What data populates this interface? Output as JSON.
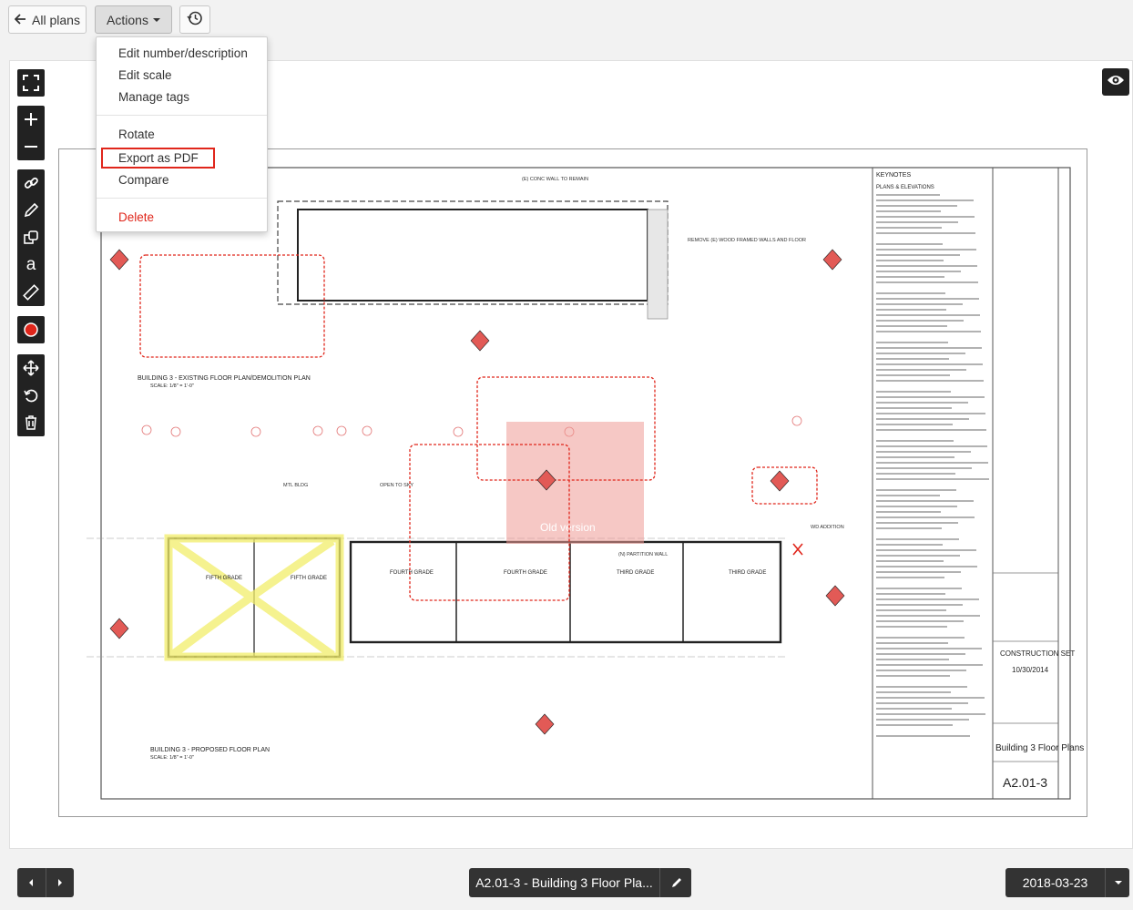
{
  "toolbar": {
    "back_label": "All plans",
    "actions_label": "Actions",
    "back_icon": "arrow-left-icon",
    "history_icon": "history-clock-icon"
  },
  "actions_menu": {
    "items": [
      {
        "label": "Edit number/description"
      },
      {
        "label": "Edit scale"
      },
      {
        "label": "Manage tags"
      },
      {
        "label": "Rotate"
      },
      {
        "label": "Export as PDF"
      },
      {
        "label": "Compare"
      },
      {
        "label": "Delete"
      }
    ],
    "highlighted": "Export as PDF",
    "delete_color": "#e0261b"
  },
  "drawing": {
    "keynotes_title": "KEYNOTES",
    "keynotes_sub": "PLANS & ELEVATIONS",
    "plan_title_existing": "BUILDING 3 - EXISTING FLOOR PLAN/DEMOLITION PLAN",
    "plan_title_proposed": "BUILDING 3 - PROPOSED FLOOR PLAN",
    "scale_text": "SCALE: 1/8\" = 1'-0\"",
    "issue_label": "CONSTRUCTION SET",
    "issue_date": "10/30/2014",
    "sheet_title": "Building 3 Floor Plans",
    "sheet_number": "A2.01-3",
    "watermark": "Old version",
    "room_labels": [
      "FIFTH GRADE",
      "FIFTH GRADE",
      "FOURTH GRADE",
      "FOURTH GRADE",
      "THIRD GRADE",
      "THIRD GRADE"
    ],
    "notes": [
      "REMOVE (E) WOOD FRAMED WALLS AND FLOOR",
      "(E) CONC WALL TO REMAIN",
      "(N) PARTITION WALL",
      "WD ADDITION",
      "OPEN TO SKY",
      "MTL BLDG"
    ]
  },
  "footer": {
    "sheet_selector_label": "A2.01-3 - Building 3 Floor Pla...",
    "date_selector_label": "2018-03-23"
  },
  "colors": {
    "accent_dark": "#333333",
    "markup_red": "#e0261b",
    "highlight_yellow": "#f4f07a"
  }
}
